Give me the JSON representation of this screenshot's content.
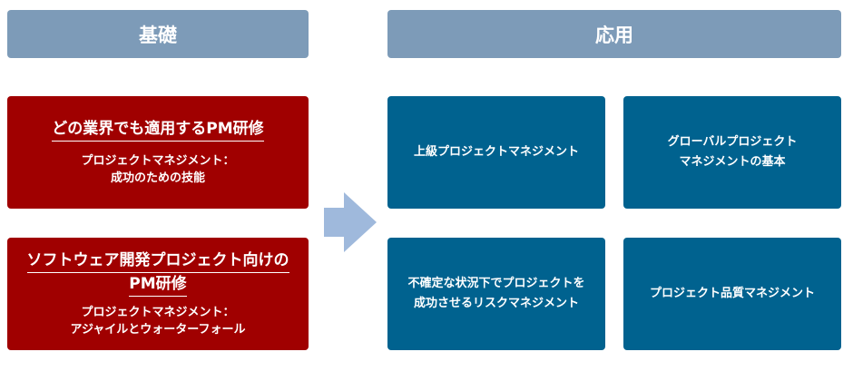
{
  "headers": {
    "basic": "基礎",
    "applied": "応用"
  },
  "basic": [
    {
      "title_lines": [
        "どの業界でも適用するPM研修"
      ],
      "subtitle_lines": [
        "プロジェクトマネジメント：",
        "成功のための技能"
      ]
    },
    {
      "title_lines": [
        "ソフトウェア開発プロジェクト向けの",
        "PM研修"
      ],
      "subtitle_lines": [
        "プロジェクトマネジメント：",
        "アジャイルとウォーターフォール"
      ]
    }
  ],
  "applied": [
    {
      "lines": [
        "上級プロジェクトマネジメント"
      ]
    },
    {
      "lines": [
        "グローバルプロジェクト",
        "マネジメントの基本"
      ]
    },
    {
      "lines": [
        "不確定な状況下でプロジェクトを",
        "成功させるリスクマネジメント"
      ]
    },
    {
      "lines": [
        "プロジェクト品質マネジメント"
      ]
    }
  ],
  "colors": {
    "header_bg": "#7d9bb8",
    "basic_bg": "#a00000",
    "applied_bg": "#00628f",
    "arrow": "#9fb9dc"
  }
}
